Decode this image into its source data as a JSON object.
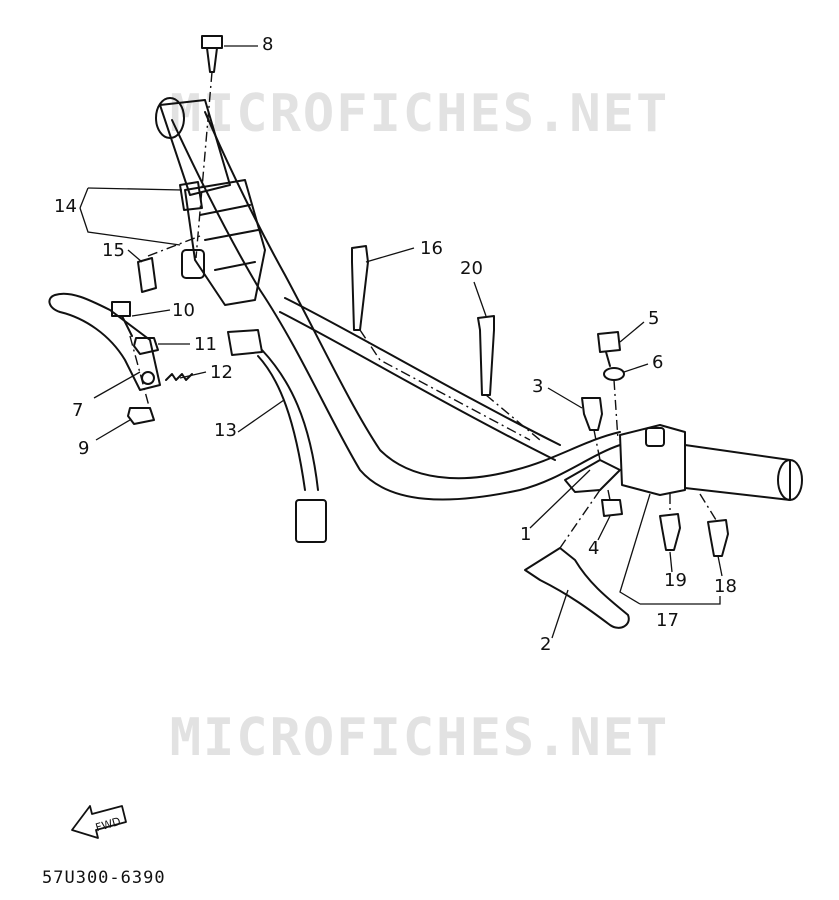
{
  "watermark": {
    "top": "MICROFICHES.NET",
    "bottom": "MICROFICHES.NET"
  },
  "diagram": {
    "callouts": [
      "1",
      "2",
      "3",
      "4",
      "5",
      "6",
      "7",
      "8",
      "9",
      "10",
      "11",
      "12",
      "13",
      "14",
      "15",
      "16",
      "17",
      "18",
      "19",
      "20"
    ],
    "forward_arrow_label": "FWD",
    "part_code": "57U300-6390"
  },
  "colors": {
    "line": "#111111",
    "watermark": "#e2e2e2"
  }
}
